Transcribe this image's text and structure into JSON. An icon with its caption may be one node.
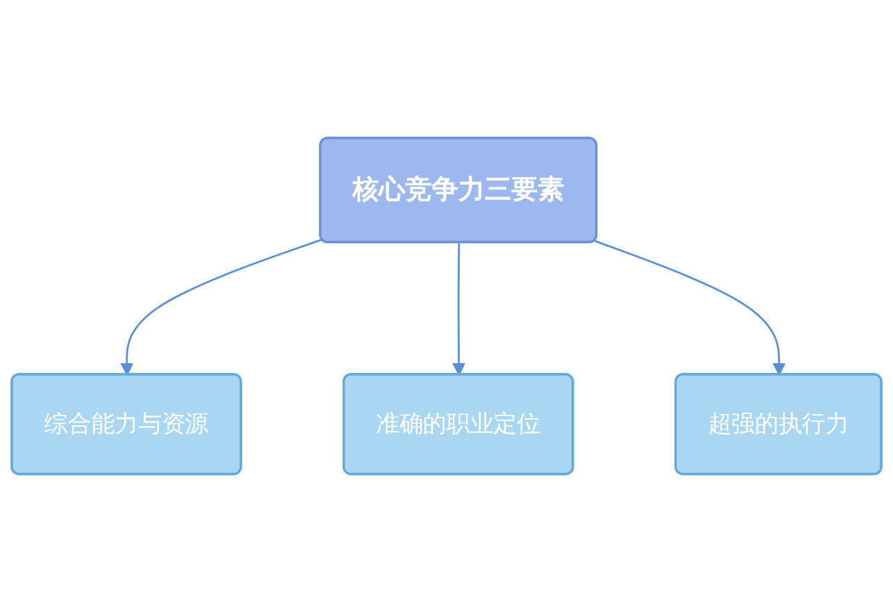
{
  "diagram": {
    "nodes": [
      {
        "text": [
          "准确的职业定位"
        ]
      },
      {
        "text": [
          "核心竞争力三要素"
        ]
      },
      {
        "text": [
          "综合能力与资源"
        ]
      },
      {
        "text": [
          "超强的执行力"
        ]
      }
    ],
    "edges": [
      {
        "from": 1,
        "to": 2,
        "arrow": "to"
      },
      {
        "from": 1,
        "to": 0,
        "arrow": "to"
      },
      {
        "from": 1,
        "to": 3,
        "arrow": "to"
      }
    ]
  }
}
